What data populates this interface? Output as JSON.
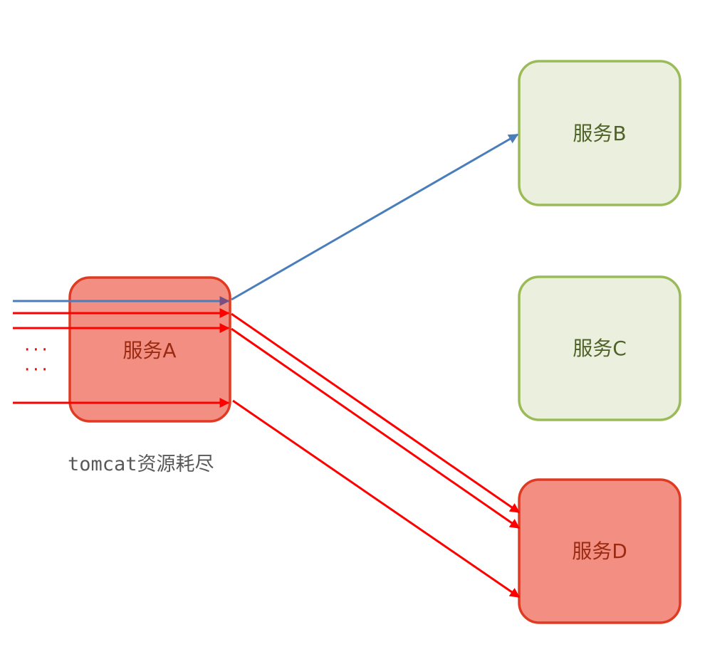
{
  "nodes": {
    "a": {
      "label": "服务A"
    },
    "b": {
      "label": "服务B"
    },
    "c": {
      "label": "服务C"
    },
    "d": {
      "label": "服务D"
    }
  },
  "caption": "tomcat资源耗尽",
  "ellipsis": [
    "···",
    "···"
  ],
  "colors": {
    "overloaded_fill": "#f28f82",
    "overloaded_stroke": "#e03a22",
    "overloaded_text": "#9a2a12",
    "healthy_fill": "#ebf0de",
    "healthy_stroke": "#9bbb59",
    "healthy_text": "#4f6228",
    "normal_request": "#4a7ebb",
    "blocked_request": "#ff0000",
    "caption_text": "#595959"
  }
}
